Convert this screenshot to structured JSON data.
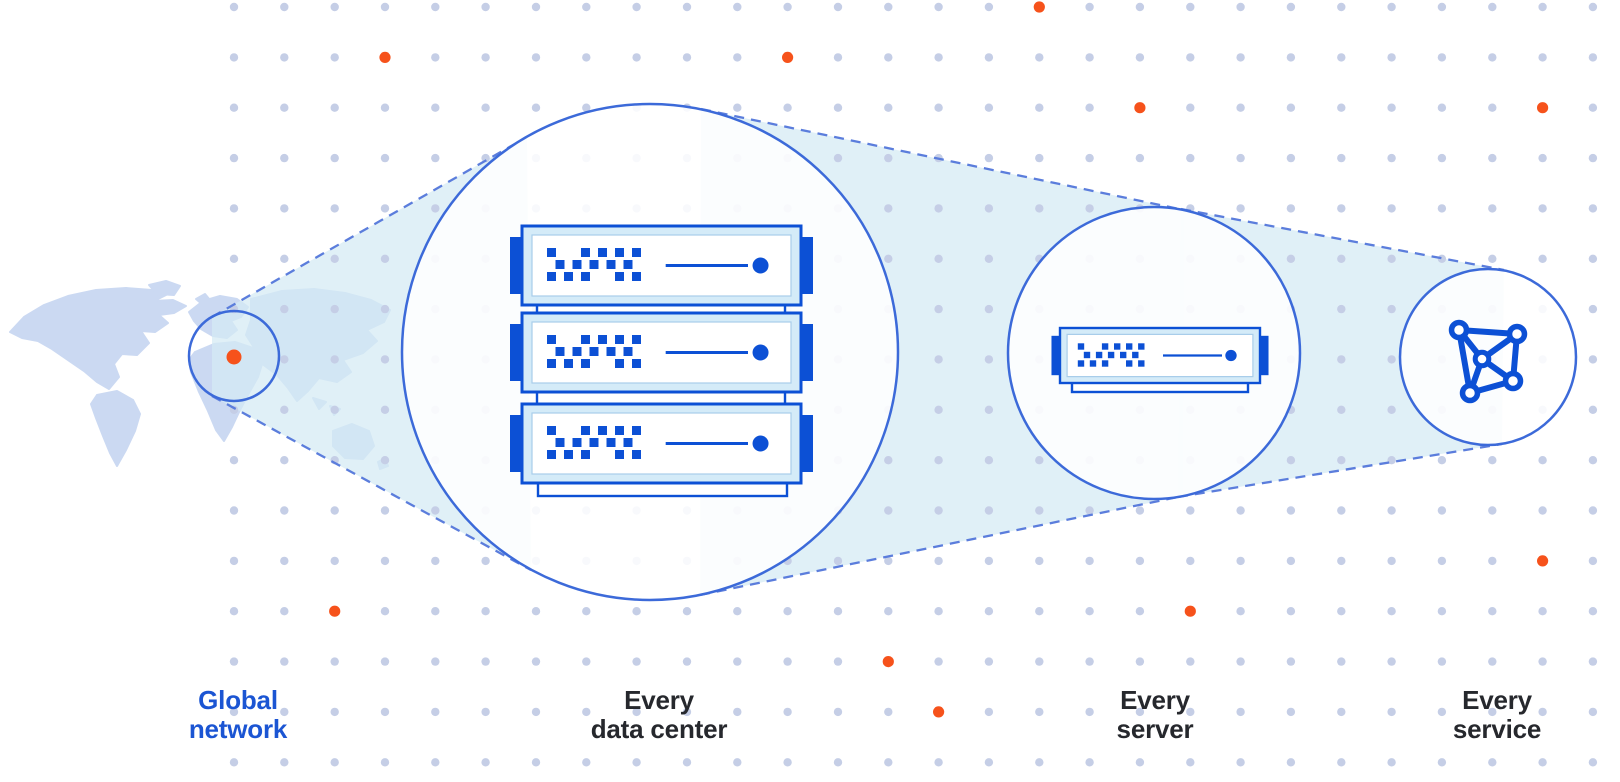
{
  "diagram": {
    "description": "Zoom progression from a global network map to a data center, a server, and a service",
    "labels": {
      "global_network": "Global\nnetwork",
      "every_data_center": "Every\ndata center",
      "every_server": "Every\nserver",
      "every_service": "Every\nservice"
    },
    "icons": {
      "map_marker_icon": "location-dot",
      "server_icon": "rack-server-front",
      "network_icon": "connected-nodes-mesh"
    },
    "colors": {
      "blue": "#3c6ad9",
      "deep": "#0c50d5",
      "panel": "#d4ebf8",
      "beam": "#d4eaf4",
      "dotc": "#c5cee6",
      "orange": "#f6521b",
      "map": "#cbd9f2",
      "ldark": "#26282d",
      "lblue": "#1b55d3"
    },
    "background_dots": {
      "orange_grid_positions": [
        [
          3,
          1
        ],
        [
          11,
          1
        ],
        [
          16,
          0
        ],
        [
          18,
          2
        ],
        [
          26,
          2
        ],
        [
          26,
          11
        ],
        [
          2,
          12
        ],
        [
          19,
          12
        ],
        [
          13,
          13
        ],
        [
          14,
          14
        ]
      ]
    }
  }
}
